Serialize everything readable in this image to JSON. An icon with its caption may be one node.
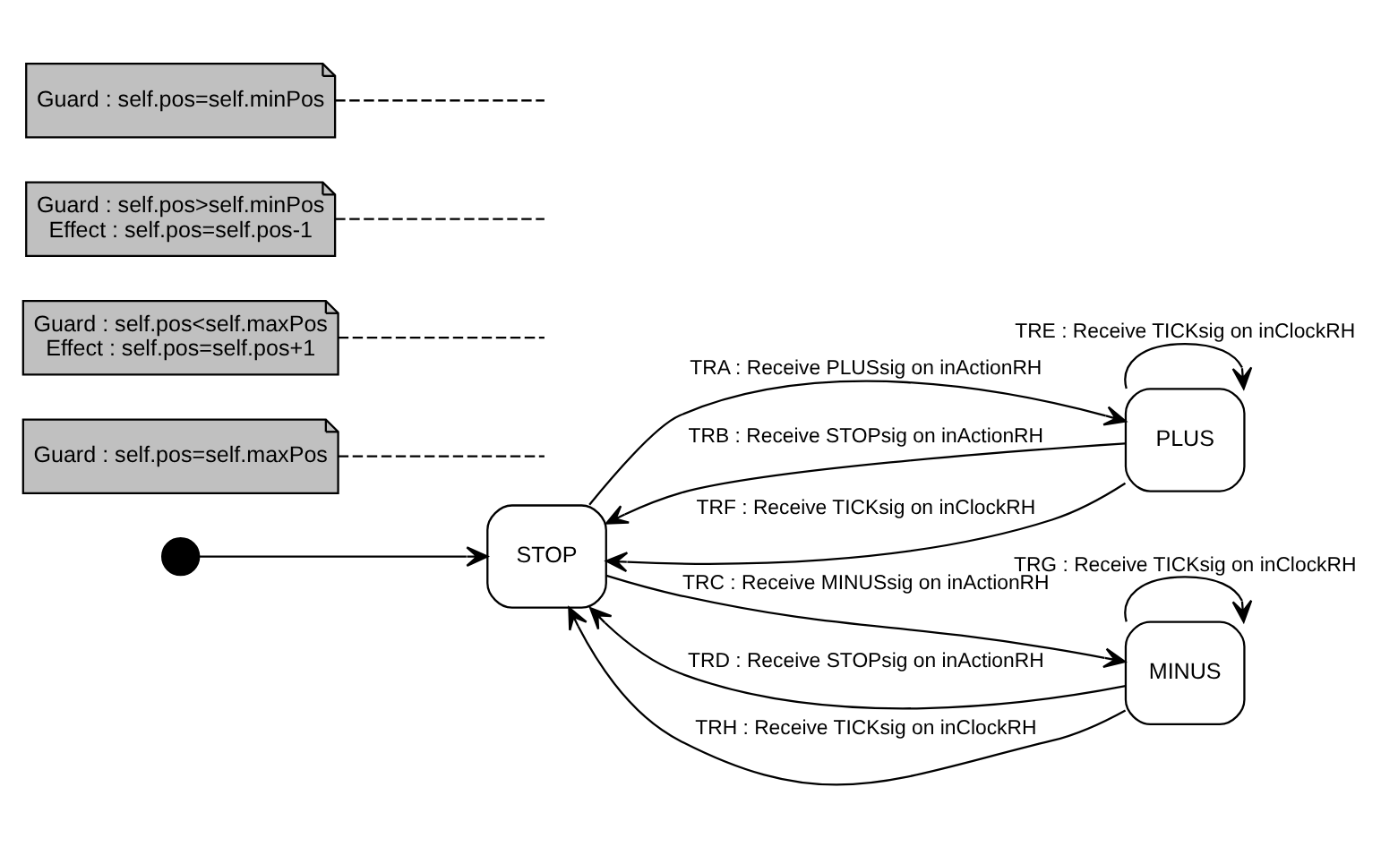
{
  "diagram": {
    "nodes": [
      {
        "text": [],
        "shape": "circle"
      },
      {
        "text": [
          "STOP"
        ]
      },
      {
        "text": [
          "PLUS"
        ]
      },
      {
        "text": [
          "MINUS"
        ]
      },
      {
        "text": [
          "Guard : self.pos=self.maxPos"
        ]
      },
      {
        "text": [
          "Guard : self.pos<self.maxPos",
          "Effect : self.pos=self.pos+1"
        ]
      },
      {
        "text": [
          "Guard : self.pos>self.minPos",
          "Effect : self.pos=self.pos-1"
        ]
      },
      {
        "text": [
          "Guard : self.pos=self.minPos"
        ]
      }
    ],
    "edges": [
      {
        "from": 0,
        "to": 1,
        "arrow": "to"
      },
      {
        "from": 1,
        "to": 2,
        "arrow": "to",
        "label": "TRA : Receive PLUSsig on inActionRH"
      },
      {
        "from": 2,
        "to": 1,
        "arrow": "to",
        "label": "TRB : Receive STOPsig on inActionRH"
      },
      {
        "from": 2,
        "to": 1,
        "arrow": "to",
        "label": "TRF : Receive TICKsig on inClockRH"
      },
      {
        "from": 2,
        "to": 2,
        "arrow": "to",
        "label": "TRE : Receive TICKsig on inClockRH"
      },
      {
        "from": 3,
        "to": 1,
        "arrow": "to",
        "label": "TRD : Receive STOPsig on inActionRH"
      },
      {
        "from": 1,
        "to": 3,
        "arrow": "to",
        "label": "TRC : Receive MINUSsig on inActionRH"
      },
      {
        "from": 3,
        "to": 3,
        "arrow": "to",
        "label": "TRG : Receive TICKsig on inClockRH"
      },
      {
        "from": 3,
        "to": 1,
        "arrow": "to",
        "label": "TRH : Receive TICKsig on inClockRH"
      },
      {
        "from": 4,
        "to": null,
        "arrow": "none",
        "style": "dashed"
      },
      {
        "from": 5,
        "to": null,
        "arrow": "none",
        "style": "dashed"
      },
      {
        "from": 6,
        "to": null,
        "arrow": "none",
        "style": "dashed"
      },
      {
        "from": 7,
        "to": null,
        "arrow": "none",
        "style": "dashed"
      }
    ]
  }
}
